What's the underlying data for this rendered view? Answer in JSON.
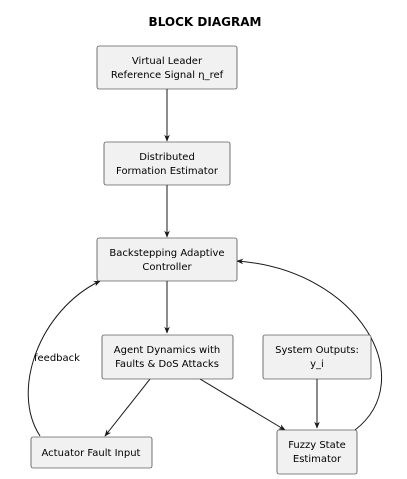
{
  "title": "BLOCK DIAGRAM",
  "nodes": {
    "virtual_leader": {
      "lines": [
        "Virtual Leader",
        "Reference Signal η_ref"
      ]
    },
    "formation_estimator": {
      "lines": [
        "Distributed",
        "Formation Estimator"
      ]
    },
    "backstepping_controller": {
      "lines": [
        "Backstepping Adaptive",
        "Controller"
      ]
    },
    "agent_dynamics": {
      "lines": [
        "Agent Dynamics with",
        "Faults & DoS Attacks"
      ]
    },
    "system_outputs": {
      "lines": [
        "System Outputs:",
        "y_i"
      ]
    },
    "actuator_fault": {
      "lines": [
        "Actuator Fault Input"
      ]
    },
    "fuzzy_estimator": {
      "lines": [
        "Fuzzy State",
        "Estimator"
      ]
    }
  },
  "edges": {
    "feedback_label": "feedback"
  },
  "colors": {
    "node_fill": "#f1f1f1",
    "node_stroke": "#181818",
    "edge": "#181818"
  }
}
